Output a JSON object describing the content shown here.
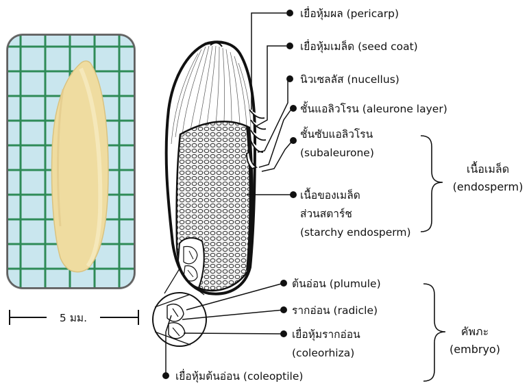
{
  "scale_bar": {
    "text": "5 มม."
  },
  "labels": {
    "pericarp": "เยื่อหุ้มผล (pericarp)",
    "seed_coat": "เยื่อหุ้มเมล็ด (seed coat)",
    "nucellus": "นิวเซลลัส (nucellus)",
    "aleurone": "ชั้นแอลิวโรน (aleurone layer)",
    "subaleurone_line1": "ชั้นซับแอลิวโรน",
    "subaleurone_line2": "(subaleurone)",
    "starchy_line1": "เนื้อของเมล็ด",
    "starchy_line2": "ส่วนสตาร์ช",
    "starchy_line3": "(starchy endosperm)",
    "plumule": "ต้นอ่อน (plumule)",
    "radicle": "รากอ่อน (radicle)",
    "coleorhiza_line1": "เยื่อหุ้มรากอ่อน",
    "coleorhiza_line2": "(coleorhiza)",
    "coleoptile": "เยื่อหุ้มต้นอ่อน (coleoptile)"
  },
  "groups": {
    "endosperm_line1": "เนื้อเมล็ด",
    "endosperm_line2": "(endosperm)",
    "embryo_line1": "คัพภะ",
    "embryo_line2": "(embryo)"
  },
  "colors": {
    "photo_frame": "#7d7d7d",
    "photo_bg": "#c9e6ee",
    "grid_lines": "#2e8b57",
    "grain": "#efdca0",
    "outline": "#111111"
  }
}
